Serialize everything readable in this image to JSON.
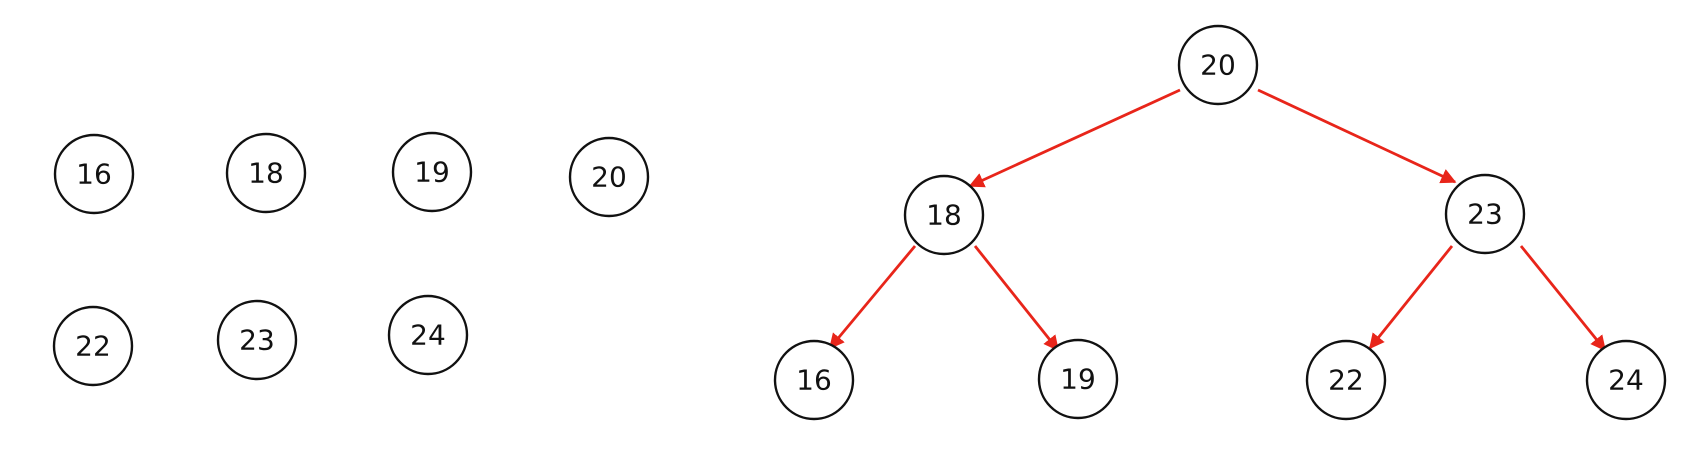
{
  "colors": {
    "edge": "#e8251a",
    "node_stroke": "#111111",
    "node_fill": "#ffffff",
    "text": "#111111"
  },
  "unsorted_nodes": [
    {
      "label": "16"
    },
    {
      "label": "18"
    },
    {
      "label": "19"
    },
    {
      "label": "20"
    },
    {
      "label": "22"
    },
    {
      "label": "23"
    },
    {
      "label": "24"
    }
  ],
  "tree": {
    "nodes": [
      {
        "id": "n20",
        "label": "20"
      },
      {
        "id": "n18",
        "label": "18"
      },
      {
        "id": "n23",
        "label": "23"
      },
      {
        "id": "n16",
        "label": "16"
      },
      {
        "id": "n19",
        "label": "19"
      },
      {
        "id": "n22",
        "label": "22"
      },
      {
        "id": "n24",
        "label": "24"
      }
    ],
    "edges": [
      {
        "from": "n20",
        "to": "n18"
      },
      {
        "from": "n20",
        "to": "n23"
      },
      {
        "from": "n18",
        "to": "n16"
      },
      {
        "from": "n18",
        "to": "n19"
      },
      {
        "from": "n23",
        "to": "n22"
      },
      {
        "from": "n23",
        "to": "n24"
      }
    ]
  }
}
